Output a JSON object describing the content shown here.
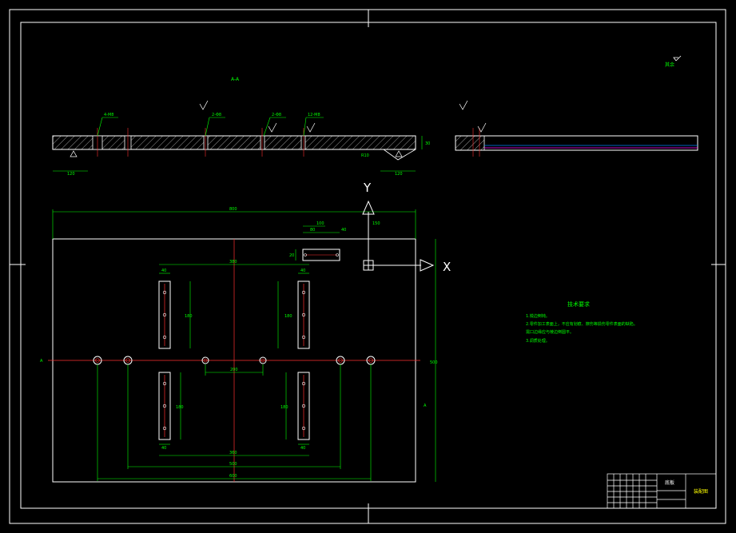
{
  "drawing": {
    "section_label": "A-A",
    "surface_finish_note": "其余",
    "dims": {
      "overall_width": "800",
      "overall_height": "500",
      "top_left_offset": "120",
      "top_right_offset": "120",
      "hole_spacing_inner": "360",
      "hole_spacing_mid": "500",
      "hole_spacing_outer": "600",
      "slot_spacing_top": "380",
      "center_gap": "200",
      "slot_length": "180",
      "slot_width": "40",
      "plate_thickness": "30",
      "small_part_w": "100",
      "small_part_w2": "80",
      "small_part_h": "20",
      "small_part_offset": "40",
      "right_offset": "150",
      "radius_note": "R10",
      "callout_1": "4-M8",
      "callout_2": "2-Φ8",
      "callout_3": "2-Φ8",
      "callout_4": "12-M8"
    },
    "axis_x": "X",
    "axis_y": "Y",
    "section_mark_a_left": "A",
    "section_mark_a_right": "A"
  },
  "tech_requirements": {
    "title": "技术要求",
    "items": [
      "1.锐边倒钝。",
      "2.零件加工表面上，不应有划痕、擦伤等损伤零件表面的缺陷。",
      "需口边缘应与棱边倒圆平。",
      "3.调质处理。"
    ]
  },
  "title_block": {
    "part_name": "底板",
    "drawing_label": "装配图"
  }
}
